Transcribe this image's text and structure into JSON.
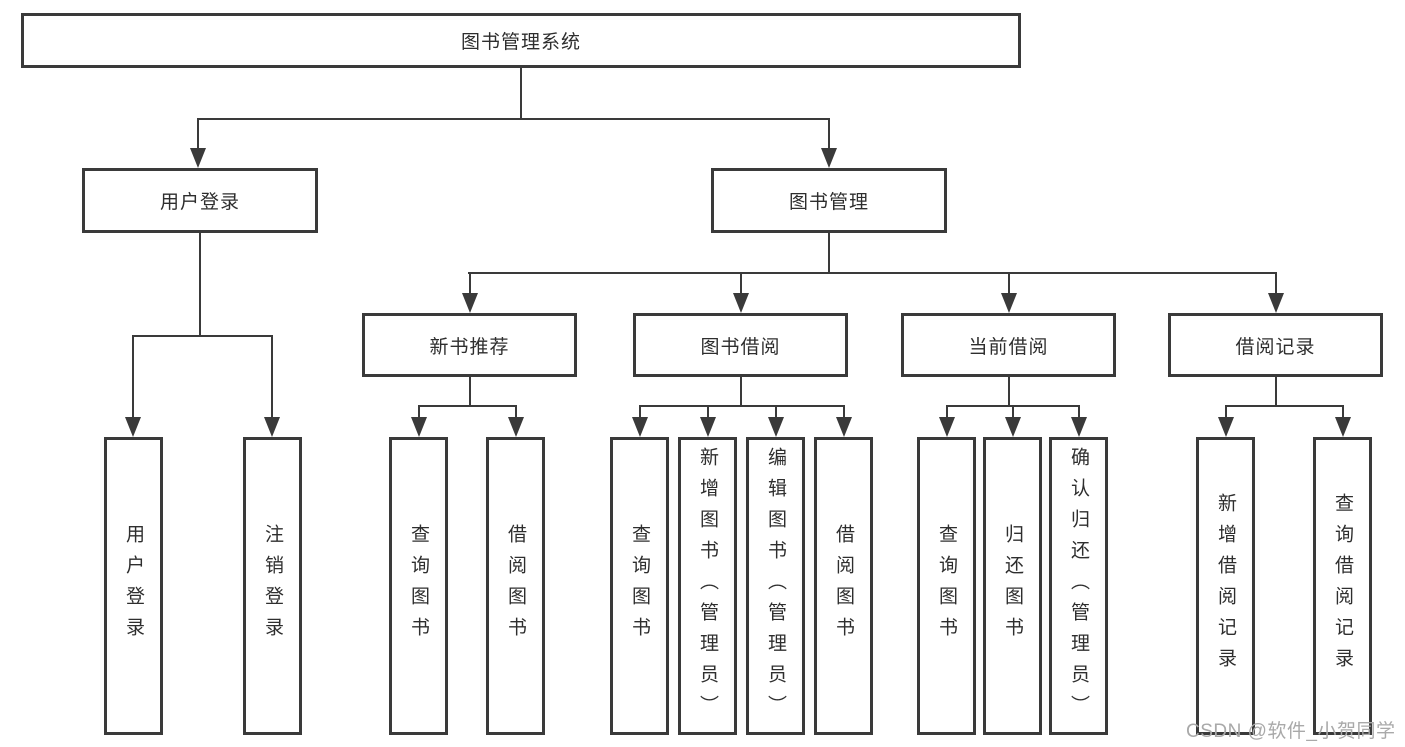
{
  "diagram": {
    "watermark": "CSDN @软件_小贺同学",
    "colors": {
      "border": "#3a3a3a",
      "line": "#3a3a3a",
      "text": "#2e2e2e",
      "watermark": "#a9a9a9",
      "background": "#ffffff"
    },
    "nodes": {
      "root": "图书管理系统",
      "user_login": "用户登录",
      "book_mgmt": "图书管理",
      "new_book_rec": "新书推荐",
      "book_borrow": "图书借阅",
      "current_borrow": "当前借阅",
      "borrow_record": "借阅记录",
      "leaf_user_login": "用户登录",
      "leaf_logout": "注销登录",
      "leaf_rec_query_book": "查询图书",
      "leaf_rec_borrow_book": "借阅图书",
      "leaf_bb_query_book": "查询图书",
      "leaf_bb_add_book": "新增图书（管理员）",
      "leaf_bb_edit_book": "编辑图书（管理员）",
      "leaf_bb_borrow_book": "借阅图书",
      "leaf_cb_query_book": "查询图书",
      "leaf_cb_return_book": "归还图书",
      "leaf_cb_confirm_return": "确认归还（管理员）",
      "leaf_br_add_record": "新增借阅记录",
      "leaf_br_query_record": "查询借阅记录"
    },
    "tree": {
      "root": {
        "user_login": [
          "leaf_user_login",
          "leaf_logout"
        ],
        "book_mgmt": {
          "new_book_rec": [
            "leaf_rec_query_book",
            "leaf_rec_borrow_book"
          ],
          "book_borrow": [
            "leaf_bb_query_book",
            "leaf_bb_add_book",
            "leaf_bb_edit_book",
            "leaf_bb_borrow_book"
          ],
          "current_borrow": [
            "leaf_cb_query_book",
            "leaf_cb_return_book",
            "leaf_cb_confirm_return"
          ],
          "borrow_record": [
            "leaf_br_add_record",
            "leaf_br_query_record"
          ]
        }
      }
    }
  }
}
